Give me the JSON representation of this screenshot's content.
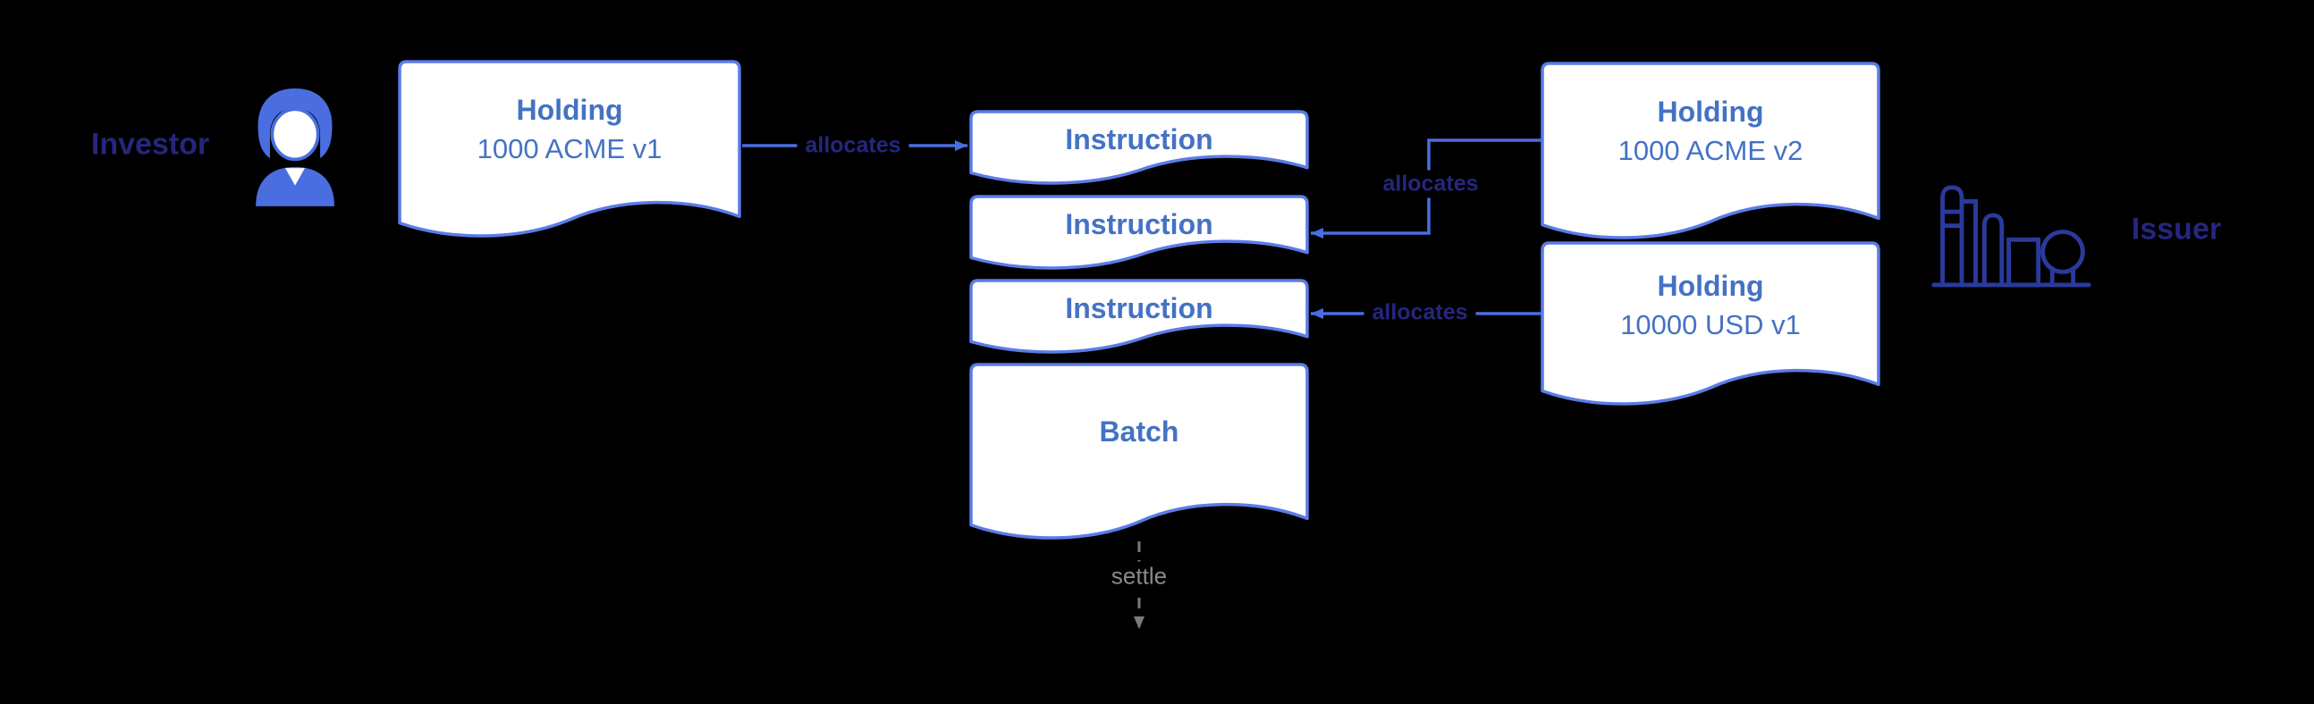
{
  "actors": {
    "investor": {
      "label": "Investor",
      "icon": "person-icon"
    },
    "issuer": {
      "label": "Issuer",
      "icon": "factory-icon"
    }
  },
  "nodes": {
    "holding_acme_v1": {
      "title": "Holding",
      "subtitle": "1000 ACME v1"
    },
    "instruction_1": {
      "title": "Instruction"
    },
    "instruction_2": {
      "title": "Instruction"
    },
    "instruction_3": {
      "title": "Instruction"
    },
    "batch": {
      "title": "Batch"
    },
    "holding_acme_v2": {
      "title": "Holding",
      "subtitle": "1000 ACME v2"
    },
    "holding_usd_v1": {
      "title": "Holding",
      "subtitle": "10000 USD v1"
    }
  },
  "edges": {
    "allocates_1": {
      "label": "allocates"
    },
    "allocates_2": {
      "label": "allocates"
    },
    "allocates_3": {
      "label": "allocates"
    },
    "settle": {
      "label": "settle"
    }
  },
  "colors": {
    "background": "#000000",
    "node_border": "#5b7ce8",
    "node_fill": "#ffffff",
    "node_text": "#4472c4",
    "edge": "#4a6ee0",
    "edge_label": "#26267e",
    "actor_label": "#26267e",
    "settle": "#8a8a8a"
  }
}
